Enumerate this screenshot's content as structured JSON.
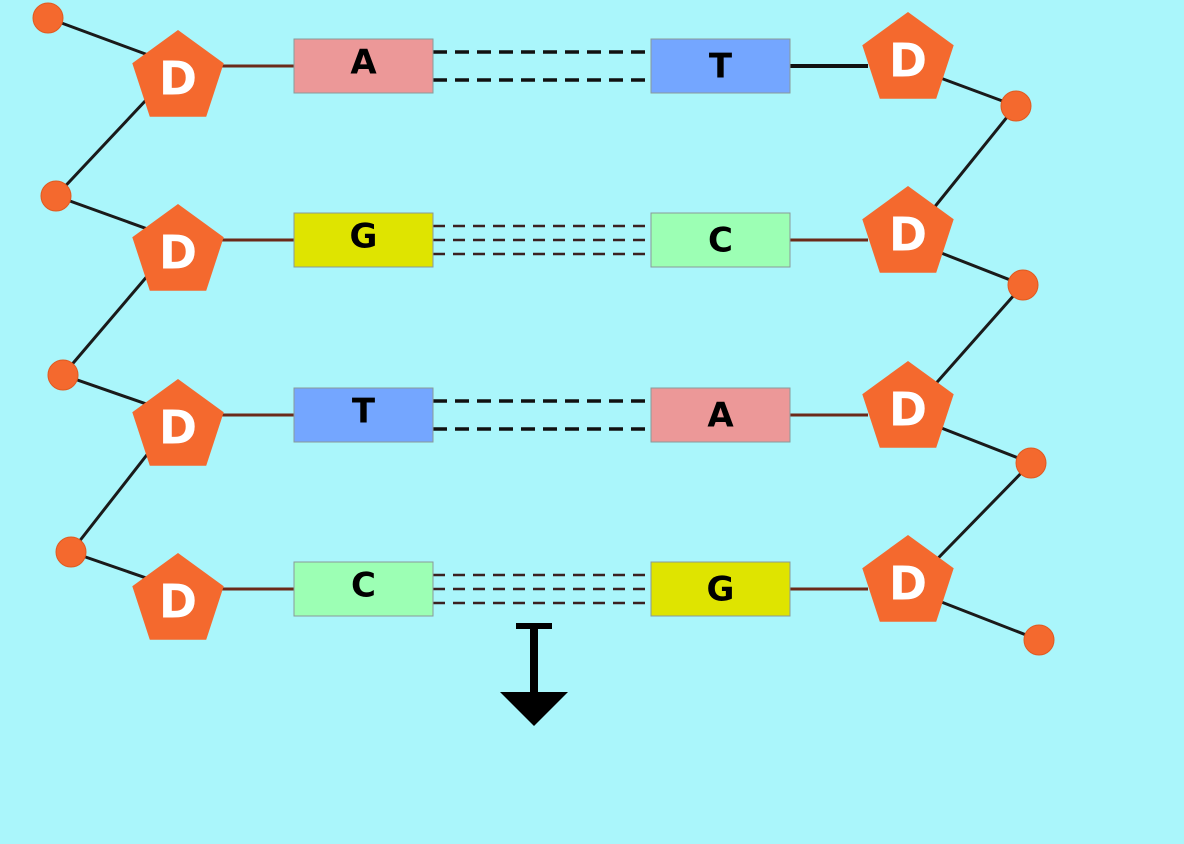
{
  "background_color": "#aaf6fb",
  "colors": {
    "sugar": "#f4692e",
    "phosphate": "#f4692e",
    "backbone_line": "#1a1a1a",
    "base_A": "#ec9898",
    "base_T": "#74a6ff",
    "base_G": "#dfe400",
    "base_C": "#9cffb4",
    "sugar_text": "#ffffff",
    "base_text": "#000000"
  },
  "sugar_label": "D",
  "pairs": [
    {
      "left_base": "A",
      "right_base": "T",
      "hydrogen_bonds": 2
    },
    {
      "left_base": "G",
      "right_base": "C",
      "hydrogen_bonds": 3
    },
    {
      "left_base": "T",
      "right_base": "A",
      "hydrogen_bonds": 2
    },
    {
      "left_base": "C",
      "right_base": "G",
      "hydrogen_bonds": 3
    }
  ],
  "arrow_icon": "arrow-down-icon"
}
